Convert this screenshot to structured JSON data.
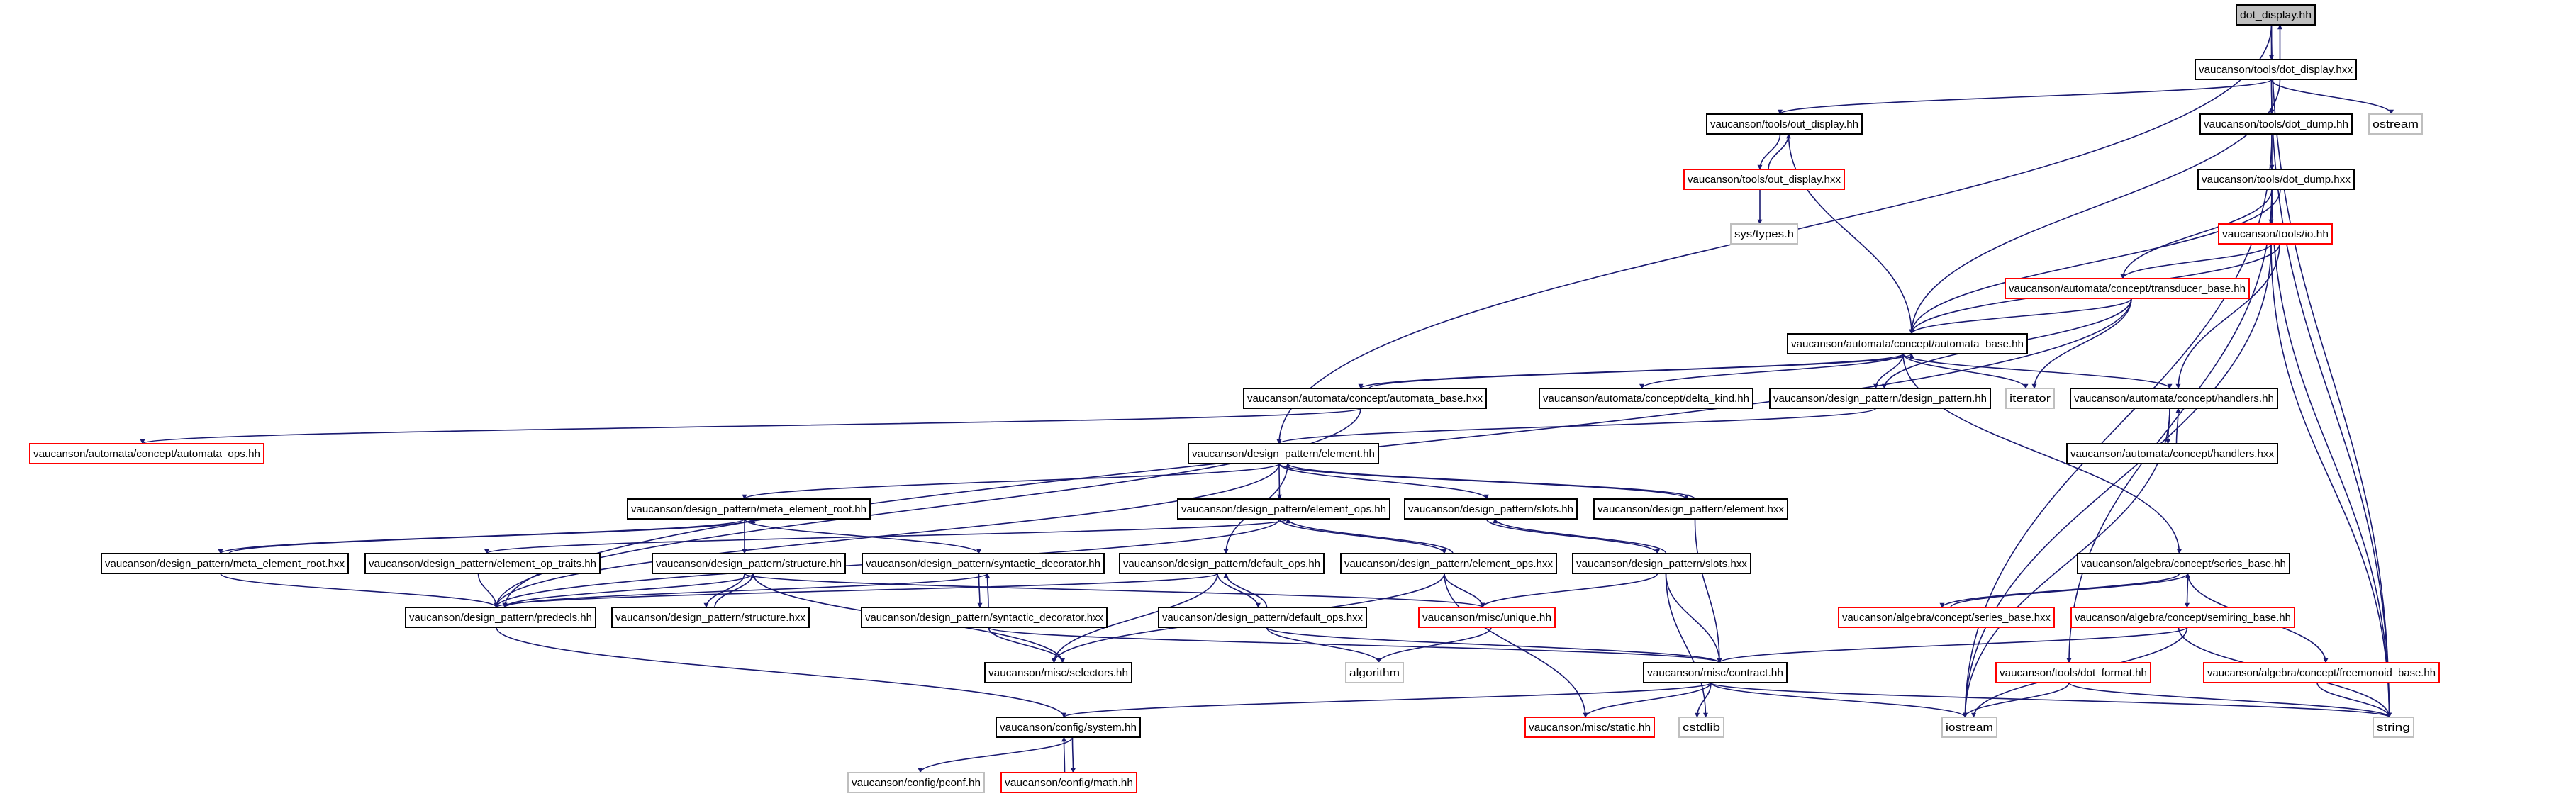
{
  "graph": {
    "edge_color": "#191970",
    "nodes": [
      {
        "id": "dot_display_hh",
        "label": "dot_display.hh",
        "style": "root"
      },
      {
        "id": "dot_display_hxx",
        "label": "vaucanson/tools/dot_display.hxx",
        "style": "normal"
      },
      {
        "id": "out_display_hh",
        "label": "vaucanson/tools/out_display.hh",
        "style": "normal"
      },
      {
        "id": "dot_dump_hh",
        "label": "vaucanson/tools/dot_dump.hh",
        "style": "normal"
      },
      {
        "id": "ostream",
        "label": "ostream",
        "style": "gray"
      },
      {
        "id": "out_display_hxx",
        "label": "vaucanson/tools/out_display.hxx",
        "style": "red"
      },
      {
        "id": "dot_dump_hxx",
        "label": "vaucanson/tools/dot_dump.hxx",
        "style": "normal"
      },
      {
        "id": "sys_types_h",
        "label": "sys/types.h",
        "style": "gray"
      },
      {
        "id": "io_hh",
        "label": "vaucanson/tools/io.hh",
        "style": "red"
      },
      {
        "id": "transducer_base_hh",
        "label": "vaucanson/automata/concept/transducer_base.hh",
        "style": "red"
      },
      {
        "id": "automata_base_hh",
        "label": "vaucanson/automata/concept/automata_base.hh",
        "style": "normal"
      },
      {
        "id": "automata_base_hxx",
        "label": "vaucanson/automata/concept/automata_base.hxx",
        "style": "normal"
      },
      {
        "id": "delta_kind_hh",
        "label": "vaucanson/automata/concept/delta_kind.hh",
        "style": "normal"
      },
      {
        "id": "design_pattern_hh",
        "label": "vaucanson/design_pattern/design_pattern.hh",
        "style": "normal"
      },
      {
        "id": "iterator",
        "label": "iterator",
        "style": "gray"
      },
      {
        "id": "handlers_hh",
        "label": "vaucanson/automata/concept/handlers.hh",
        "style": "normal"
      },
      {
        "id": "automata_ops_hh",
        "label": "vaucanson/automata/concept/automata_ops.hh",
        "style": "red"
      },
      {
        "id": "element_hh",
        "label": "vaucanson/design_pattern/element.hh",
        "style": "normal"
      },
      {
        "id": "handlers_hxx",
        "label": "vaucanson/automata/concept/handlers.hxx",
        "style": "normal"
      },
      {
        "id": "meta_element_root_hh",
        "label": "vaucanson/design_pattern/meta_element_root.hh",
        "style": "normal"
      },
      {
        "id": "element_ops_hh",
        "label": "vaucanson/design_pattern/element_ops.hh",
        "style": "normal"
      },
      {
        "id": "slots_hh",
        "label": "vaucanson/design_pattern/slots.hh",
        "style": "normal"
      },
      {
        "id": "element_hxx",
        "label": "vaucanson/design_pattern/element.hxx",
        "style": "normal"
      },
      {
        "id": "meta_element_root_hxx",
        "label": "vaucanson/design_pattern/meta_element_root.hxx",
        "style": "normal"
      },
      {
        "id": "element_op_traits_hh",
        "label": "vaucanson/design_pattern/element_op_traits.hh",
        "style": "normal"
      },
      {
        "id": "structure_hh",
        "label": "vaucanson/design_pattern/structure.hh",
        "style": "normal"
      },
      {
        "id": "syntactic_decorator_hh",
        "label": "vaucanson/design_pattern/syntactic_decorator.hh",
        "style": "normal"
      },
      {
        "id": "default_ops_hh",
        "label": "vaucanson/design_pattern/default_ops.hh",
        "style": "normal"
      },
      {
        "id": "element_ops_hxx",
        "label": "vaucanson/design_pattern/element_ops.hxx",
        "style": "normal"
      },
      {
        "id": "slots_hxx",
        "label": "vaucanson/design_pattern/slots.hxx",
        "style": "normal"
      },
      {
        "id": "series_base_hh",
        "label": "vaucanson/algebra/concept/series_base.hh",
        "style": "normal"
      },
      {
        "id": "predecls_hh",
        "label": "vaucanson/design_pattern/predecls.hh",
        "style": "normal"
      },
      {
        "id": "structure_hxx",
        "label": "vaucanson/design_pattern/structure.hxx",
        "style": "normal"
      },
      {
        "id": "syntactic_decorator_hxx",
        "label": "vaucanson/design_pattern/syntactic_decorator.hxx",
        "style": "normal"
      },
      {
        "id": "default_ops_hxx",
        "label": "vaucanson/design_pattern/default_ops.hxx",
        "style": "normal"
      },
      {
        "id": "unique_hh",
        "label": "vaucanson/misc/unique.hh",
        "style": "red"
      },
      {
        "id": "series_base_hxx",
        "label": "vaucanson/algebra/concept/series_base.hxx",
        "style": "red"
      },
      {
        "id": "semiring_base_hh",
        "label": "vaucanson/algebra/concept/semiring_base.hh",
        "style": "red"
      },
      {
        "id": "selectors_hh",
        "label": "vaucanson/misc/selectors.hh",
        "style": "normal"
      },
      {
        "id": "algorithm",
        "label": "algorithm",
        "style": "gray"
      },
      {
        "id": "contract_hh",
        "label": "vaucanson/misc/contract.hh",
        "style": "normal"
      },
      {
        "id": "dot_format_hh",
        "label": "vaucanson/tools/dot_format.hh",
        "style": "red"
      },
      {
        "id": "freemonoid_base_hh",
        "label": "vaucanson/algebra/concept/freemonoid_base.hh",
        "style": "red"
      },
      {
        "id": "system_hh",
        "label": "vaucanson/config/system.hh",
        "style": "normal"
      },
      {
        "id": "static_hh",
        "label": "vaucanson/misc/static.hh",
        "style": "red"
      },
      {
        "id": "cstdlib",
        "label": "cstdlib",
        "style": "gray"
      },
      {
        "id": "iostream",
        "label": "iostream",
        "style": "gray"
      },
      {
        "id": "string",
        "label": "string",
        "style": "gray"
      },
      {
        "id": "pconf_hh",
        "label": "vaucanson/config/pconf.hh",
        "style": "gray"
      },
      {
        "id": "math_hh",
        "label": "vaucanson/config/math.hh",
        "style": "red"
      }
    ],
    "edges": [
      [
        "dot_display_hh",
        "dot_display_hxx"
      ],
      [
        "dot_display_hh",
        "element_hh"
      ],
      [
        "dot_display_hh",
        "string"
      ],
      [
        "dot_display_hxx",
        "dot_display_hh"
      ],
      [
        "dot_display_hxx",
        "out_display_hh"
      ],
      [
        "dot_display_hxx",
        "automata_base_hh"
      ],
      [
        "dot_display_hxx",
        "dot_dump_hh"
      ],
      [
        "dot_display_hxx",
        "ostream"
      ],
      [
        "dot_display_hxx",
        "string"
      ],
      [
        "out_display_hh",
        "out_display_hxx"
      ],
      [
        "out_display_hh",
        "automata_base_hh"
      ],
      [
        "out_display_hxx",
        "out_display_hh"
      ],
      [
        "out_display_hxx",
        "sys_types_h"
      ],
      [
        "dot_dump_hh",
        "dot_dump_hxx"
      ],
      [
        "dot_dump_hh",
        "iostream"
      ],
      [
        "dot_dump_hxx",
        "automata_base_hh"
      ],
      [
        "dot_dump_hxx",
        "transducer_base_hh"
      ],
      [
        "dot_dump_hxx",
        "io_hh"
      ],
      [
        "dot_dump_hxx",
        "string"
      ],
      [
        "dot_dump_hxx",
        "dot_format_hh"
      ],
      [
        "io_hh",
        "automata_base_hh"
      ],
      [
        "io_hh",
        "transducer_base_hh"
      ],
      [
        "io_hh",
        "handlers_hh"
      ],
      [
        "io_hh",
        "string"
      ],
      [
        "io_hh",
        "iostream"
      ],
      [
        "transducer_base_hh",
        "automata_base_hh"
      ],
      [
        "transducer_base_hh",
        "design_pattern_hh"
      ],
      [
        "transducer_base_hh",
        "iterator"
      ],
      [
        "transducer_base_hh",
        "predecls_hh"
      ],
      [
        "automata_base_hh",
        "automata_base_hxx"
      ],
      [
        "automata_base_hh",
        "delta_kind_hh"
      ],
      [
        "automata_base_hh",
        "design_pattern_hh"
      ],
      [
        "automata_base_hh",
        "iterator"
      ],
      [
        "automata_base_hh",
        "handlers_hh"
      ],
      [
        "automata_base_hh",
        "series_base_hh"
      ],
      [
        "automata_base_hxx",
        "automata_base_hh"
      ],
      [
        "automata_base_hxx",
        "automata_ops_hh"
      ],
      [
        "automata_base_hxx",
        "predecls_hh"
      ],
      [
        "handlers_hh",
        "handlers_hxx"
      ],
      [
        "handlers_hh",
        "iostream"
      ],
      [
        "handlers_hxx",
        "handlers_hh"
      ],
      [
        "design_pattern_hh",
        "element_hh"
      ],
      [
        "element_hh",
        "meta_element_root_hh"
      ],
      [
        "element_hh",
        "element_ops_hh"
      ],
      [
        "element_hh",
        "slots_hh"
      ],
      [
        "element_hh",
        "element_hxx"
      ],
      [
        "element_hh",
        "default_ops_hh"
      ],
      [
        "element_hh",
        "predecls_hh"
      ],
      [
        "element_hxx",
        "element_hh"
      ],
      [
        "element_hxx",
        "contract_hh"
      ],
      [
        "meta_element_root_hh",
        "meta_element_root_hxx"
      ],
      [
        "meta_element_root_hh",
        "structure_hh"
      ],
      [
        "meta_element_root_hh",
        "syntactic_decorator_hh"
      ],
      [
        "meta_element_root_hxx",
        "meta_element_root_hh"
      ],
      [
        "meta_element_root_hxx",
        "predecls_hh"
      ],
      [
        "element_op_traits_hh",
        "predecls_hh"
      ],
      [
        "structure_hh",
        "structure_hxx"
      ],
      [
        "structure_hh",
        "predecls_hh"
      ],
      [
        "structure_hh",
        "selectors_hh"
      ],
      [
        "structure_hh",
        "unique_hh"
      ],
      [
        "structure_hxx",
        "structure_hh"
      ],
      [
        "syntactic_decorator_hh",
        "syntactic_decorator_hxx"
      ],
      [
        "syntactic_decorator_hh",
        "predecls_hh"
      ],
      [
        "syntactic_decorator_hxx",
        "syntactic_decorator_hh"
      ],
      [
        "syntactic_decorator_hxx",
        "selectors_hh"
      ],
      [
        "syntactic_decorator_hxx",
        "contract_hh"
      ],
      [
        "default_ops_hh",
        "default_ops_hxx"
      ],
      [
        "default_ops_hh",
        "selectors_hh"
      ],
      [
        "default_ops_hh",
        "predecls_hh"
      ],
      [
        "default_ops_hxx",
        "default_ops_hh"
      ],
      [
        "default_ops_hxx",
        "algorithm"
      ],
      [
        "default_ops_hxx",
        "contract_hh"
      ],
      [
        "element_ops_hh",
        "element_ops_hxx"
      ],
      [
        "element_ops_hh",
        "predecls_hh"
      ],
      [
        "element_ops_hh",
        "element_op_traits_hh"
      ],
      [
        "element_ops_hxx",
        "element_ops_hh"
      ],
      [
        "element_ops_hxx",
        "unique_hh"
      ],
      [
        "element_ops_hxx",
        "static_hh"
      ],
      [
        "element_ops_hxx",
        "selectors_hh"
      ],
      [
        "slots_hh",
        "slots_hxx"
      ],
      [
        "slots_hxx",
        "slots_hh"
      ],
      [
        "slots_hxx",
        "unique_hh"
      ],
      [
        "slots_hxx",
        "contract_hh"
      ],
      [
        "slots_hxx",
        "cstdlib"
      ],
      [
        "unique_hh",
        "algorithm"
      ],
      [
        "predecls_hh",
        "system_hh"
      ],
      [
        "contract_hh",
        "system_hh"
      ],
      [
        "contract_hh",
        "static_hh"
      ],
      [
        "contract_hh",
        "cstdlib"
      ],
      [
        "contract_hh",
        "iostream"
      ],
      [
        "contract_hh",
        "string"
      ],
      [
        "system_hh",
        "pconf_hh"
      ],
      [
        "system_hh",
        "math_hh"
      ],
      [
        "math_hh",
        "system_hh"
      ],
      [
        "series_base_hh",
        "series_base_hxx"
      ],
      [
        "series_base_hh",
        "semiring_base_hh"
      ],
      [
        "series_base_hh",
        "freemonoid_base_hh"
      ],
      [
        "series_base_hxx",
        "series_base_hh"
      ],
      [
        "semiring_base_hh",
        "contract_hh"
      ],
      [
        "semiring_base_hh",
        "iostream"
      ],
      [
        "semiring_base_hh",
        "string"
      ],
      [
        "dot_format_hh",
        "iostream"
      ],
      [
        "dot_format_hh",
        "string"
      ],
      [
        "freemonoid_base_hh",
        "string"
      ]
    ]
  }
}
